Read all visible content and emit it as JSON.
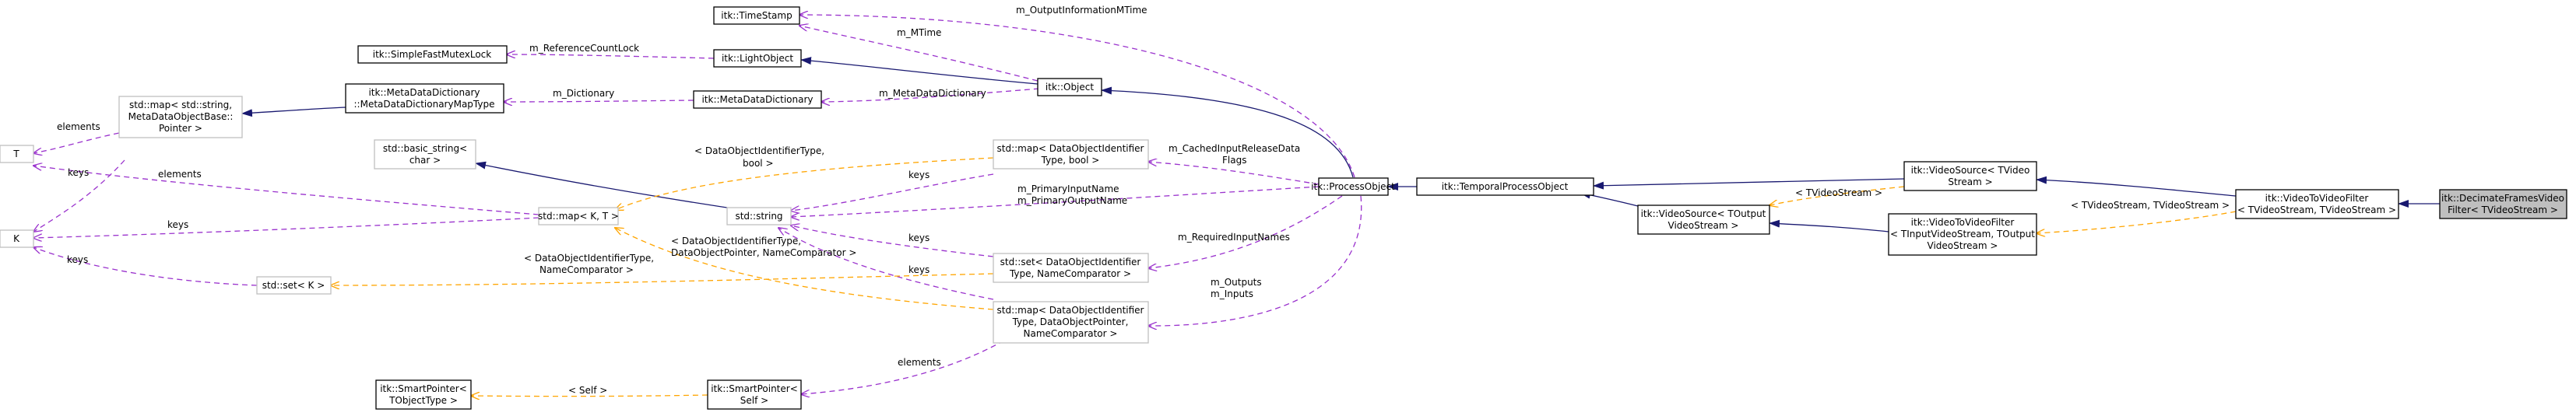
{
  "colors": {
    "inheritance": "#191970",
    "usage": "#9a32cd",
    "template": "#ffa500",
    "focus_fill": "#bfbfbf",
    "external_border": "#bfbfbf"
  },
  "nodes": {
    "decimate": [
      "itk::DecimateFramesVideo",
      "Filter< TVideoStream >"
    ],
    "v2v_same": [
      "itk::VideoToVideoFilter",
      "< TVideoStream, TVideoStream >"
    ],
    "v2v_inout": [
      "itk::VideoToVideoFilter",
      "< TInputVideoStream, TOutput",
      "VideoStream >"
    ],
    "videosource_t": [
      "itk::VideoSource< TVideo",
      "Stream >"
    ],
    "videosource_out": [
      "itk::VideoSource< TOutput",
      "VideoStream >"
    ],
    "temporal": [
      "itk::TemporalProcessObject"
    ],
    "processobject": [
      "itk::ProcessObject"
    ],
    "object": [
      "itk::Object"
    ],
    "lightobject": [
      "itk::LightObject"
    ],
    "timestamp": [
      "itk::TimeStamp"
    ],
    "fastmutex": [
      "itk::SimpleFastMutexLock"
    ],
    "mddict": [
      "itk::MetaDataDictionary"
    ],
    "map_string": [
      "std::map< std::string,",
      "MetaDataObjectBase::",
      "Pointer >"
    ],
    "mdmap": [
      "itk::MetaDataDictionary",
      "::MetaDataDictionaryMapType"
    ],
    "T": [
      "T"
    ],
    "K": [
      "K"
    ],
    "basic_string": [
      "std::basic_string<",
      "char >"
    ],
    "map_kt": [
      "std::map< K, T >"
    ],
    "string": [
      "std::string"
    ],
    "set_k": [
      "std::set< K >"
    ],
    "map_bool": [
      "std::map< DataObjectIdentifier",
      "Type, bool >"
    ],
    "set_ident": [
      "std::set< DataObjectIdentifier",
      "Type, NameComparator >"
    ],
    "map_pointer": [
      "std::map< DataObjectIdentifier",
      "Type, DataObjectPointer,",
      "NameComparator >"
    ],
    "smartptr_self": [
      "itk::SmartPointer<",
      "Self >"
    ],
    "smartptr_t": [
      "itk::SmartPointer<",
      "TObjectType >"
    ]
  },
  "edge_labels": {
    "output_mtime": "m_OutputInformationMTime",
    "mtime": "m_MTime",
    "refcount": "m_ReferenceCountLock",
    "dictionary": "m_Dictionary",
    "metadatadictionary": "m_MetaDataDictionary",
    "elements_t": "elements",
    "keys_k": "keys",
    "elements_map": "elements",
    "keys_mapkt": "keys",
    "keys_setk": "keys",
    "tmpl_bool": [
      "< DataObjectIdentifierType,",
      "bool >"
    ],
    "keys_mapbool": "keys",
    "cached": [
      "m_CachedInputReleaseData",
      "Flags"
    ],
    "primary": [
      "m_PrimaryInputName",
      "m_PrimaryOutputName"
    ],
    "keys_setident": "keys",
    "tmpl_pointer": [
      "< DataObjectIdentifierType,",
      "DataObjectPointer, NameComparator >"
    ],
    "tmpl_nc": [
      "< DataObjectIdentifierType,",
      "NameComparator >"
    ],
    "keys_mappointer": "keys",
    "required": "m_RequiredInputNames",
    "outputs": [
      "m_Outputs",
      "m_Inputs"
    ],
    "elements_smart": "elements",
    "self": "< Self >",
    "tvideo": "< TVideoStream >",
    "tvideo_pair": "< TVideoStream, TVideoStream >"
  }
}
